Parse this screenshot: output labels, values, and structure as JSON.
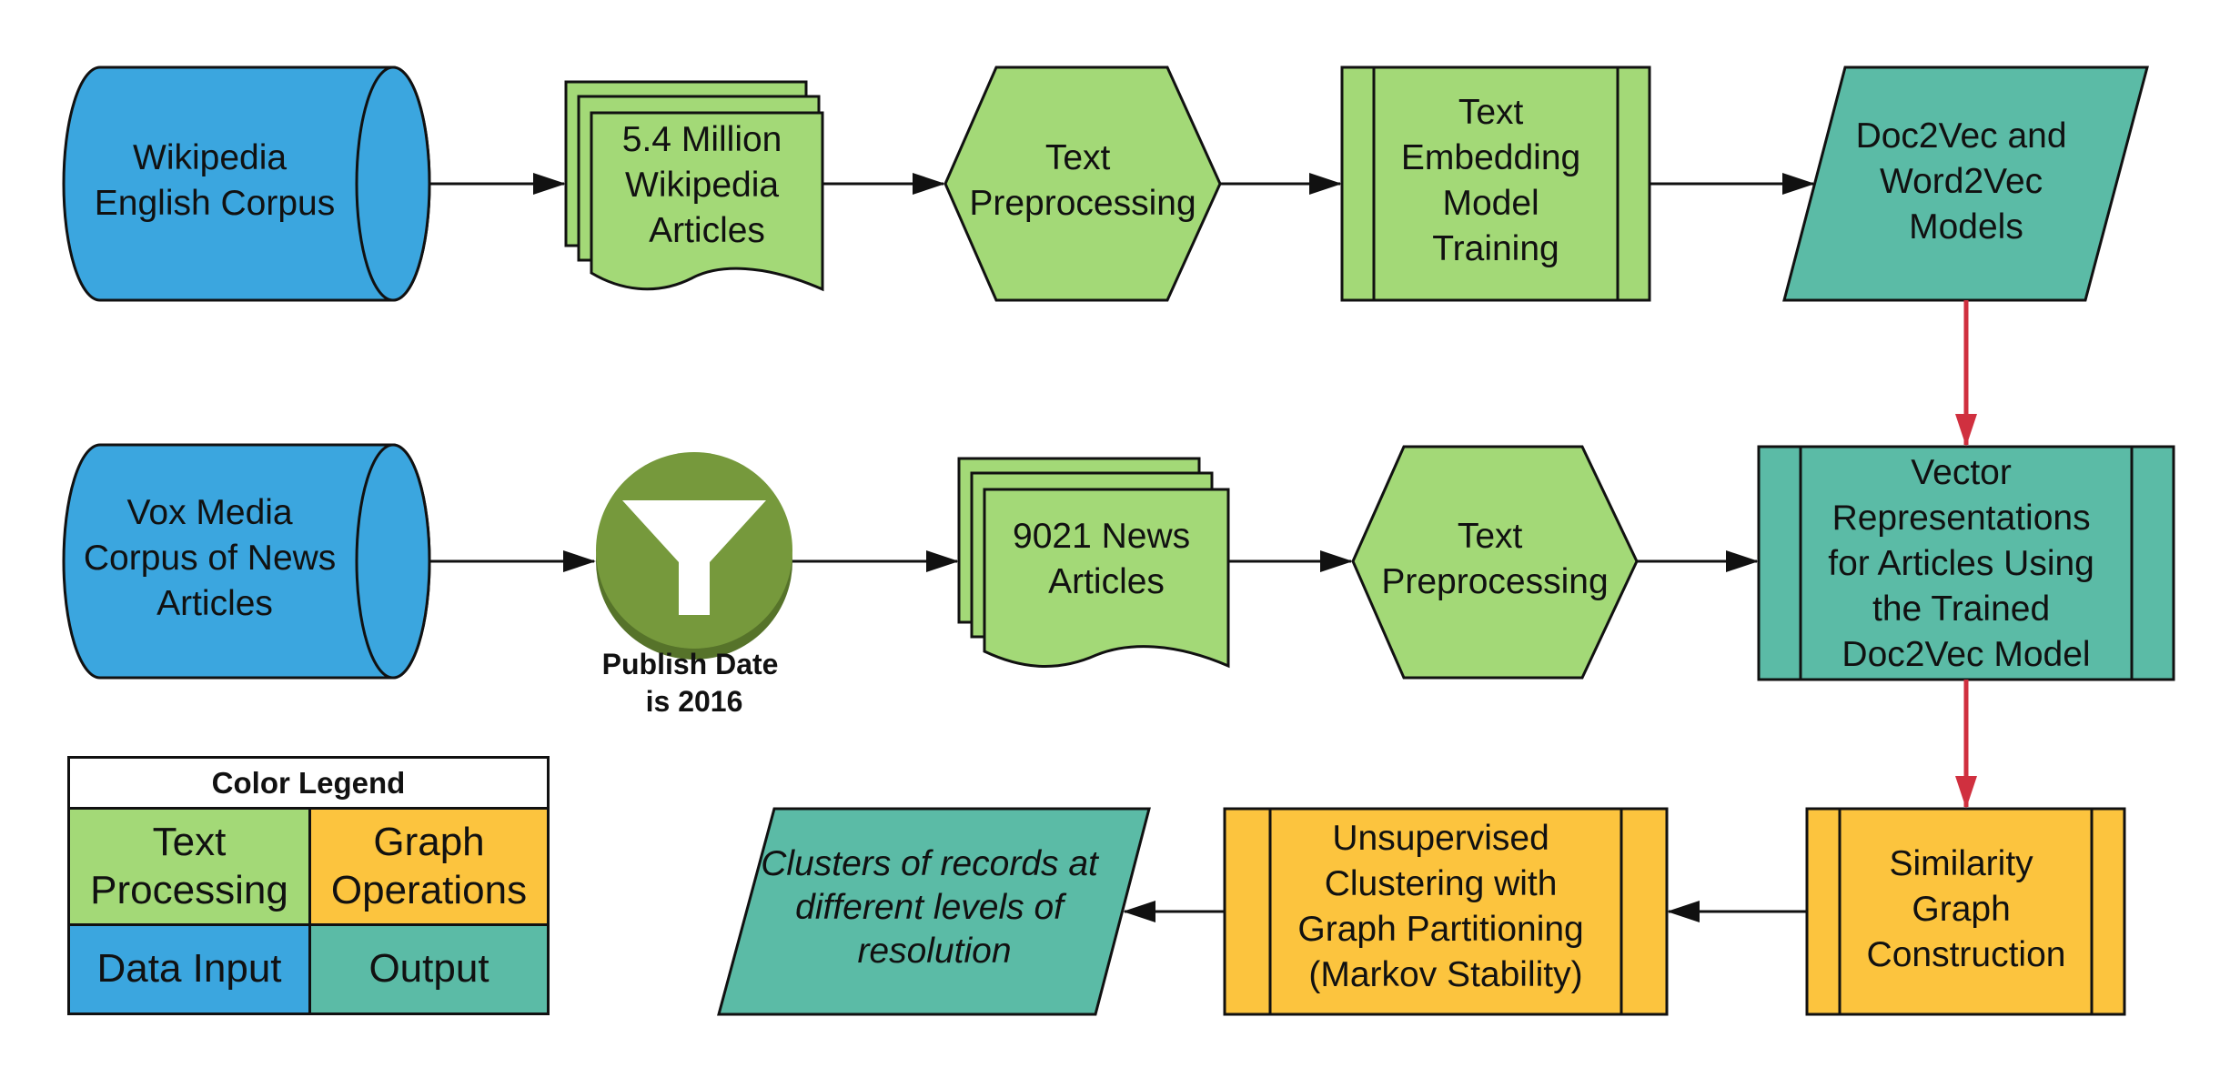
{
  "colors": {
    "data_input": "#3ba6df",
    "text_processing": "#a3d977",
    "graph_operations": "#fcc43e",
    "output": "#5bbba6",
    "filter": "#76993c",
    "filter_shadow": "#56732a",
    "arrow_black": "#111111",
    "arrow_red": "#d0303f"
  },
  "nodes": {
    "wiki_corpus": {
      "lines": [
        "Wikipedia",
        "English Corpus"
      ]
    },
    "wiki_articles": {
      "lines": [
        "5.4 Million",
        "Wikipedia",
        "Articles"
      ]
    },
    "preprocess_1": {
      "lines": [
        "Text",
        "Preprocessing"
      ]
    },
    "embedding_training": {
      "lines": [
        "Text",
        "Embedding",
        "Model",
        "Training"
      ]
    },
    "doc2vec_models": {
      "lines": [
        "Doc2Vec and",
        "Word2Vec",
        "Models"
      ]
    },
    "vox_corpus": {
      "lines": [
        "Vox Media",
        "Corpus of News",
        "Articles"
      ]
    },
    "filter": {
      "lines": [
        "Publish Date",
        "is 2016"
      ]
    },
    "news_articles": {
      "lines": [
        "9021 News",
        "Articles"
      ]
    },
    "preprocess_2": {
      "lines": [
        "Text",
        "Preprocessing"
      ]
    },
    "vector_repr": {
      "lines": [
        "Vector",
        "Representations",
        "for Articles Using",
        "the Trained",
        "Doc2Vec Model"
      ]
    },
    "similarity_graph": {
      "lines": [
        "Similarity",
        "Graph",
        "Construction"
      ]
    },
    "clustering": {
      "lines": [
        "Unsupervised",
        "Clustering with",
        "Graph Partitioning",
        "(Markov Stability)"
      ]
    },
    "clusters_output": {
      "lines": [
        "Clusters of records at",
        "different levels of",
        "resolution"
      ]
    }
  },
  "legend": {
    "title": "Color Legend",
    "text_processing": "Text Processing",
    "graph_operations": "Graph Operations",
    "data_input": "Data Input",
    "output": "Output"
  }
}
